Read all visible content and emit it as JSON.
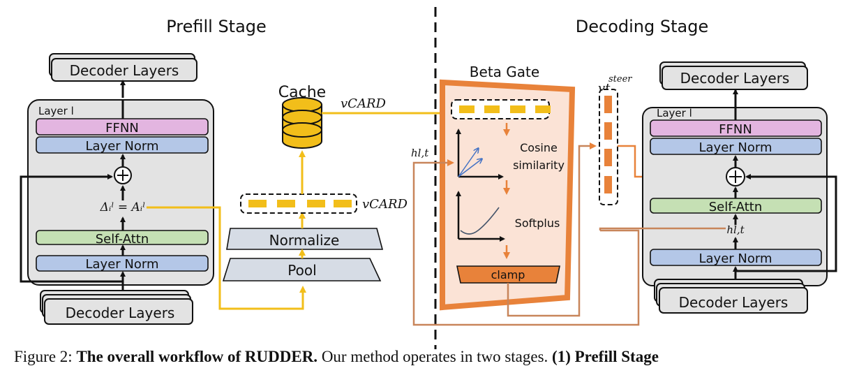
{
  "stages": {
    "prefill": "Prefill Stage",
    "decoding": "Decoding Stage"
  },
  "prefill": {
    "decoder_top": "Decoder Layers",
    "decoder_bottom": "Decoder Layers",
    "layer_label": "Layer l",
    "ffnn": "FFNN",
    "layer_norm_top": "Layer Norm",
    "self_attn": "Self-Attn",
    "layer_norm_bottom": "Layer Norm",
    "delta_eq": "Δᵢˡ = Aᵢˡ"
  },
  "pipeline": {
    "cache": "Cache",
    "v_card_cache": "vCARD",
    "v_card_vec": "vCARD",
    "normalize": "Normalize",
    "pool": "Pool"
  },
  "beta_gate": {
    "title": "Beta Gate",
    "cosine": [
      "Cosine",
      "similarity"
    ],
    "softplus": "Softplus",
    "clamp": "clamp",
    "h_input": "hl,t"
  },
  "steer": {
    "label": "vt",
    "superscript": "steer"
  },
  "decoding": {
    "decoder_top": "Decoder Layers",
    "decoder_bottom": "Decoder Layers",
    "layer_label": "Layer l",
    "ffnn": "FFNN",
    "layer_norm_top": "Layer Norm",
    "self_attn": "Self-Attn",
    "layer_norm_bottom": "Layer Norm",
    "h_label": "hl,t"
  },
  "caption": {
    "prefix": "Figure 2: ",
    "bold": "The overall workflow of RUDDER.",
    "rest": " Our method operates in two stages. ",
    "bold2": "(1) Prefill Stage"
  },
  "colors": {
    "yellow": "#F2BE1A",
    "orange": "#E8823A",
    "ffnn": "#E3B5E0",
    "layernorm": "#B4C7E7",
    "selfattn": "#C5E0B4",
    "layerbox": "#E3E3E3",
    "trapezoid": "#D6DCE5",
    "gate_fill": "#FBE3D6"
  }
}
